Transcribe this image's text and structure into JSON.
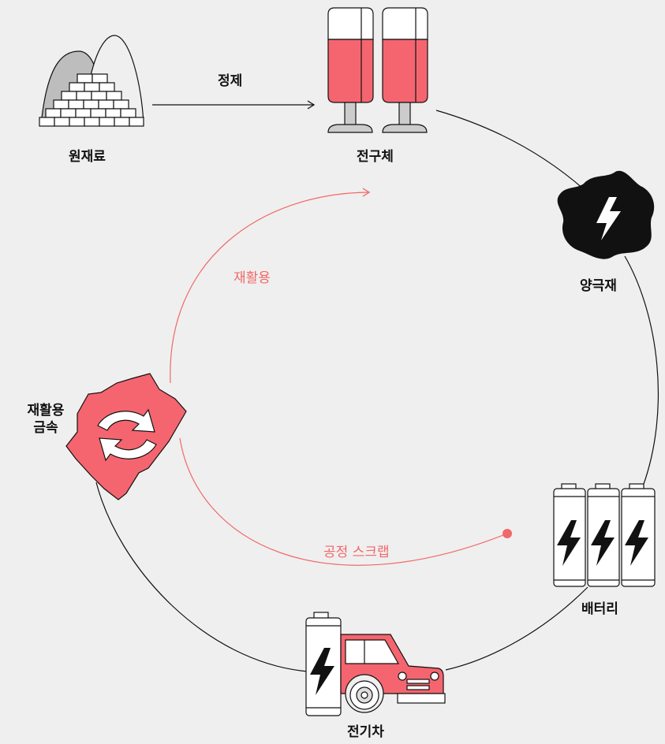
{
  "labels": {
    "raw_material": "원재료",
    "refining": "정제",
    "precursor": "전구체",
    "cathode": "양극재",
    "battery": "배터리",
    "ev": "전기차",
    "recycled_metal_line1": "재활용",
    "recycled_metal_line2": "금속",
    "recycling": "재활용",
    "process_scrap": "공정 스크랩"
  },
  "colors": {
    "background": "#efefef",
    "accent_red": "#f26868",
    "dark": "#111111",
    "liquid_red": "#f5656f"
  },
  "icons": {
    "raw_material": "mountain-bricks-icon",
    "precursor": "beakers-icon",
    "cathode": "lightning-blob-icon",
    "battery": "three-batteries-icon",
    "ev": "electric-car-icon",
    "recycled_metal": "recycle-metal-icon"
  }
}
